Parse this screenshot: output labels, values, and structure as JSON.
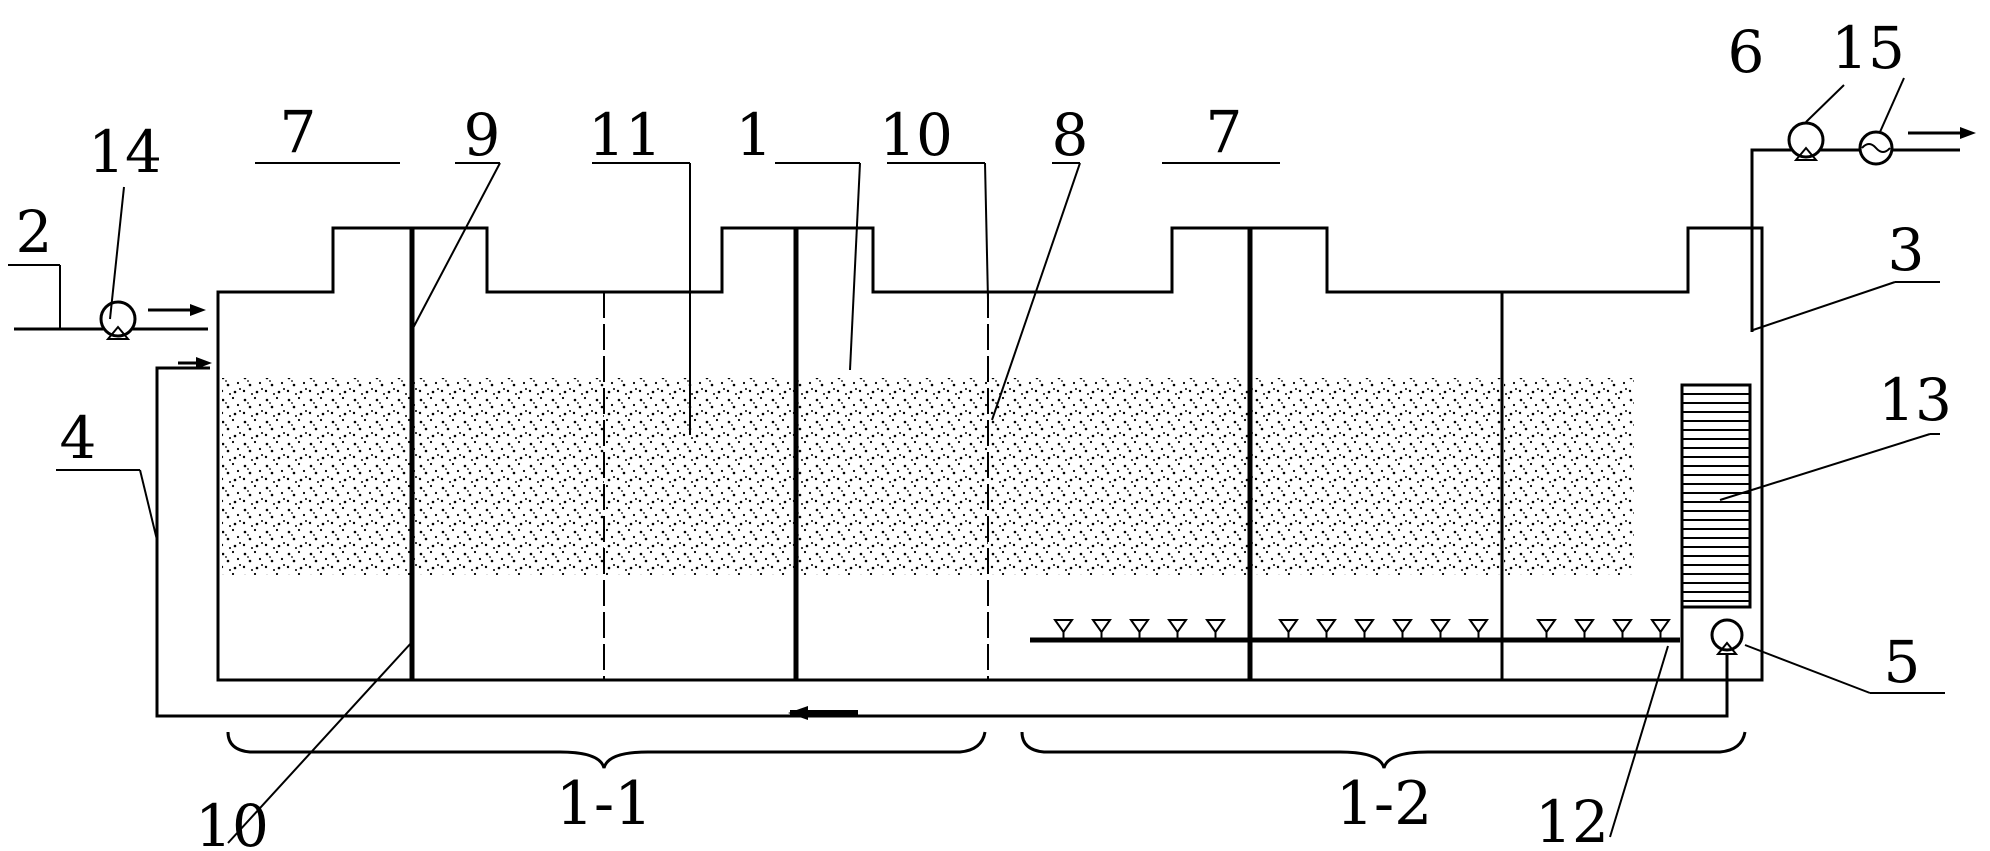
{
  "labels": {
    "l1": "1",
    "l2": "2",
    "l3": "3",
    "l4": "4",
    "l5": "5",
    "l6": "6",
    "l7a": "7",
    "l7b": "7",
    "l8": "8",
    "l9": "9",
    "l10a": "10",
    "l10b": "10",
    "l11": "11",
    "l12": "12",
    "l13": "13",
    "l14": "14",
    "l15": "15"
  },
  "sections": {
    "s1": "1-1",
    "s2": "1-2"
  }
}
